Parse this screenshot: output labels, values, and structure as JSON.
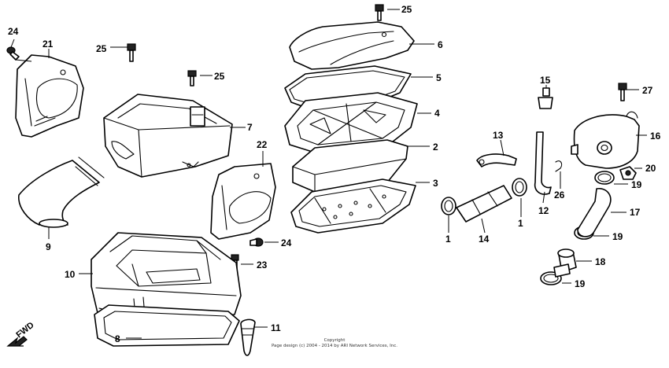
{
  "callouts": {
    "c24a": "24",
    "c21": "21",
    "c25a": "25",
    "c25b": "25",
    "c25c": "25",
    "c7": "7",
    "c6": "6",
    "c5": "5",
    "c4": "4",
    "c2": "2",
    "c3": "3",
    "c22": "22",
    "c24b": "24",
    "c9": "9",
    "c23": "23",
    "c10": "10",
    "c8": "8",
    "c11": "11",
    "c15": "15",
    "c27": "27",
    "c13": "13",
    "c16": "16",
    "c20": "20",
    "c19a": "19",
    "c19b": "19",
    "c19c": "19",
    "c26": "26",
    "c12": "12",
    "c17": "17",
    "c1a": "1",
    "c1b": "1",
    "c14": "14",
    "c18": "18"
  },
  "fwd_label": "FWD",
  "copyright_line1": "Copyright",
  "copyright_line2": "Page design (c) 2004 - 2014 by ARI Network Services, Inc.",
  "colors": {
    "ink": "#000000",
    "paper": "#ffffff"
  }
}
